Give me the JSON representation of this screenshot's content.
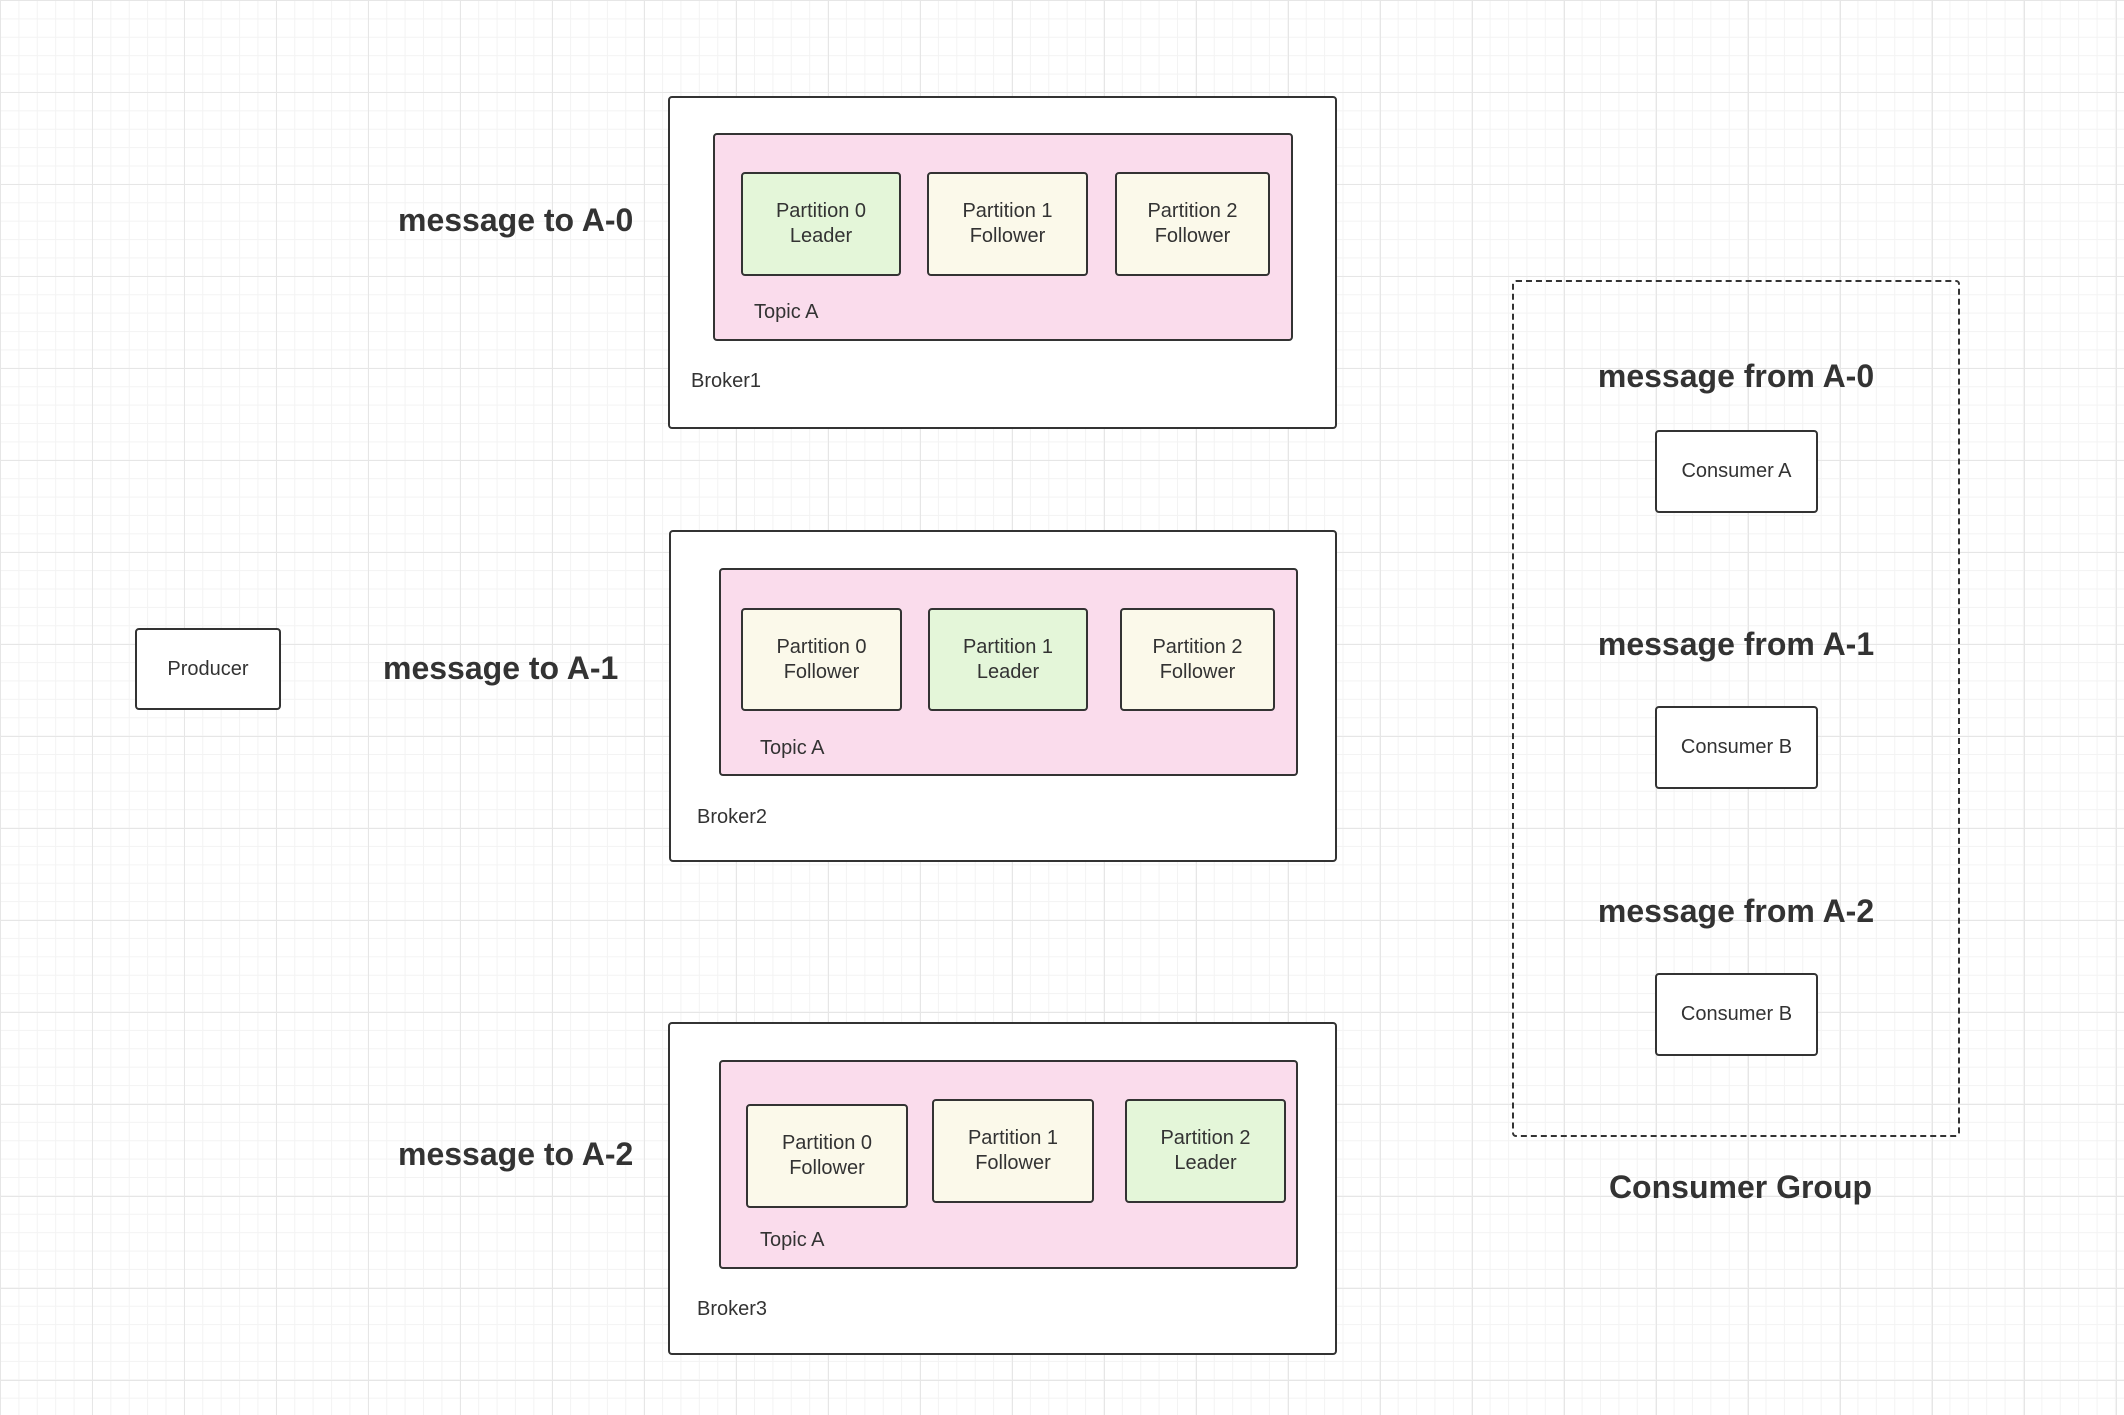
{
  "producer": {
    "label": "Producer"
  },
  "messages_to": [
    "message to A-0",
    "message to A-1",
    "message to A-2"
  ],
  "brokers": [
    {
      "name": "Broker1",
      "topic": "Topic A",
      "partitions": [
        {
          "name": "Partition 0",
          "role": "Leader"
        },
        {
          "name": "Partition 1",
          "role": "Follower"
        },
        {
          "name": "Partition 2",
          "role": "Follower"
        }
      ]
    },
    {
      "name": "Broker2",
      "topic": "Topic A",
      "partitions": [
        {
          "name": "Partition 0",
          "role": "Follower"
        },
        {
          "name": "Partition 1",
          "role": "Leader"
        },
        {
          "name": "Partition 2",
          "role": "Follower"
        }
      ]
    },
    {
      "name": "Broker3",
      "topic": "Topic A",
      "partitions": [
        {
          "name": "Partition 0",
          "role": "Follower"
        },
        {
          "name": "Partition 1",
          "role": "Follower"
        },
        {
          "name": "Partition 2",
          "role": "Leader"
        }
      ]
    }
  ],
  "consumer_group": {
    "label": "Consumer Group",
    "entries": [
      {
        "message": "message from A-0",
        "consumer": "Consumer A"
      },
      {
        "message": "message from A-1",
        "consumer": "Consumer B"
      },
      {
        "message": "message from A-2",
        "consumer": "Consumer B"
      }
    ]
  },
  "colors": {
    "leader_fill": "#e4f6d9",
    "follower_fill": "#fbf9ea",
    "topic_fill": "#fadcec",
    "stroke": "#333333"
  }
}
